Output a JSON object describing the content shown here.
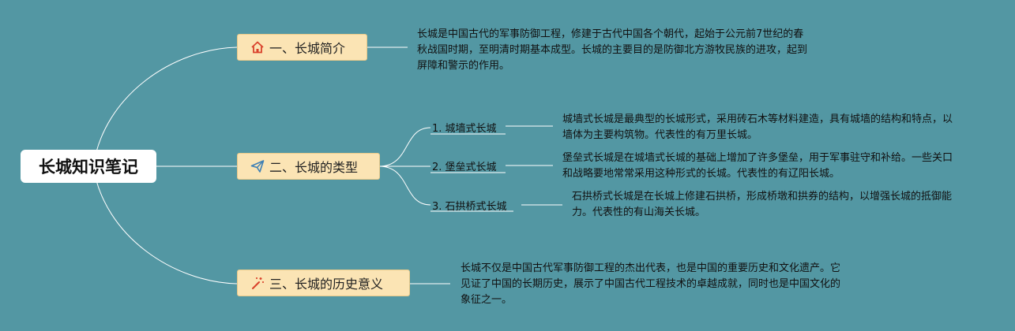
{
  "root": {
    "title": "长城知识笔记"
  },
  "branches": [
    {
      "icon": "home-icon",
      "label": "一、长城简介",
      "desc": "长城是中国古代的军事防御工程，修建于古代中国各个朝代，起始于公元前7世纪的春秋战国时期，至明清时期基本成型。长城的主要目的是防御北方游牧民族的进攻，起到屏障和警示的作用。"
    },
    {
      "icon": "paper-plane-icon",
      "label": "二、长城的类型",
      "children": [
        {
          "label": "1. 城墙式长城",
          "desc": "城墙式长城是最典型的长城形式，采用砖石木等材料建造，具有城墙的结构和特点，以墙体为主要构筑物。代表性的有万里长城。"
        },
        {
          "label": "2. 堡垒式长城",
          "desc": "堡垒式长城是在城墙式长城的基础上增加了许多堡垒，用于军事驻守和补给。一些关口和战略要地常常采用这种形式的长城。代表性的有辽阳长城。"
        },
        {
          "label": "3. 石拱桥式长城",
          "desc": "石拱桥式长城是在长城上修建石拱桥，形成桥墩和拱券的结构，以增强长城的抵御能力。代表性的有山海关长城。"
        }
      ]
    },
    {
      "icon": "magic-wand-icon",
      "label": "三、长城的历史意义",
      "desc": "长城不仅是中国古代军事防御工程的杰出代表，也是中国的重要历史和文化遗产。它见证了中国的长期历史，展示了中国古代工程技术的卓越成就，同时也是中国文化的象征之一。"
    }
  ],
  "colors": {
    "background": "#5397a3",
    "connector": "#ffffff",
    "branch_fill": "#fbe4b4",
    "icon_red": "#d9412b",
    "icon_blue": "#3d7fb5"
  }
}
